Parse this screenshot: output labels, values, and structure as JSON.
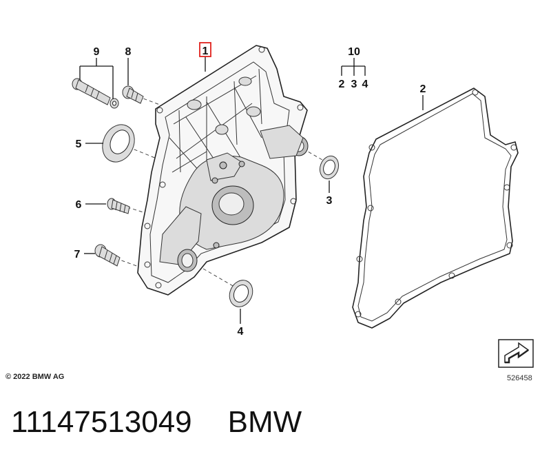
{
  "diagram": {
    "callouts": {
      "c1": "1",
      "c2_top": "2",
      "c2": "2",
      "c3_top": "3",
      "c3": "3",
      "c4_top": "4",
      "c4": "4",
      "c5": "5",
      "c6": "6",
      "c7": "7",
      "c8": "8",
      "c9": "9",
      "c10": "10"
    },
    "highlight_color": "#e0201c"
  },
  "copyright": "© 2022 BMW AG",
  "reference_number": "526458",
  "footer": {
    "part_number": "11147513049",
    "brand": "BMW"
  }
}
